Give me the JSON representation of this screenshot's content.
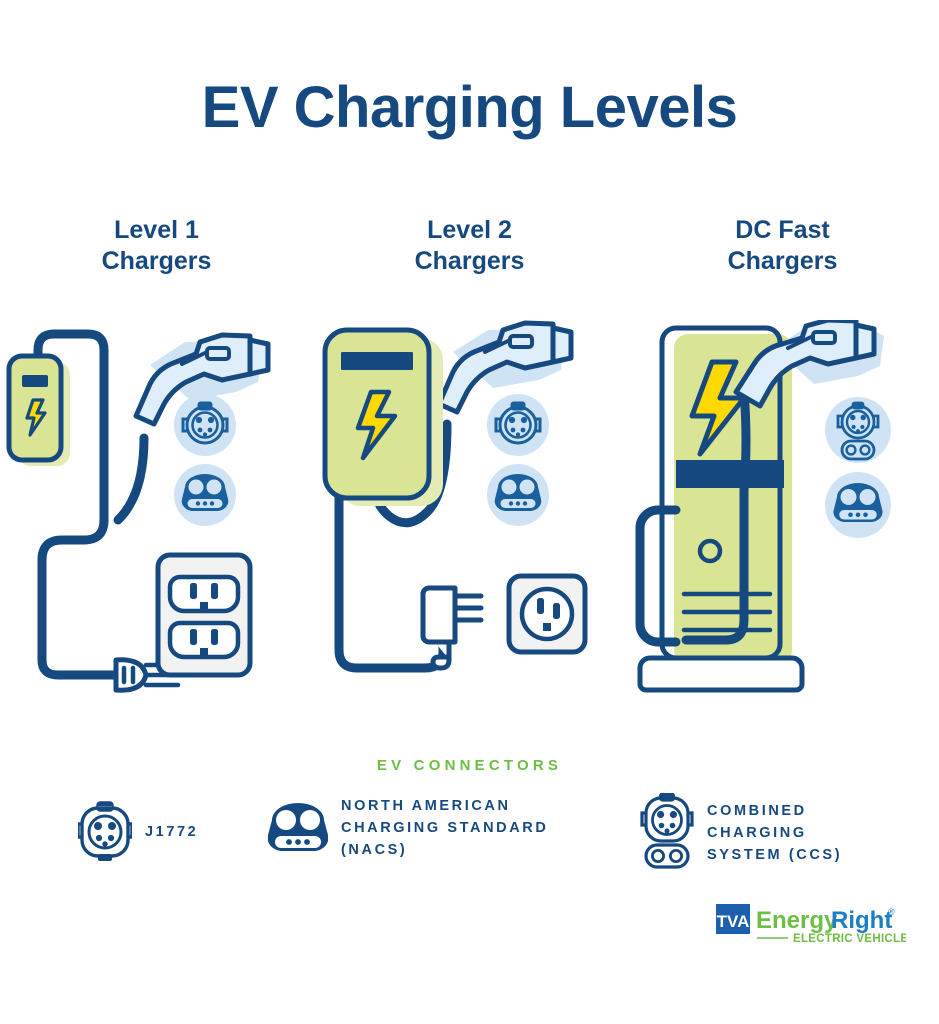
{
  "page": {
    "title": "EV Charging Levels",
    "background": "#ffffff"
  },
  "colors": {
    "navy": "#16497f",
    "navy_dark": "#0f3f72",
    "green_panel": "#d9e495",
    "green_shadow": "#e4ecb4",
    "yellow_bolt": "#ffd900",
    "light_blue": "#cfe3f5",
    "badge_circle": "#cfe3f5",
    "accent_green": "#6cbe45",
    "outlet_fill": "#f2f2f2",
    "logo_blue": "#1b6cb5",
    "logo_green": "#6cbe45"
  },
  "columns": [
    {
      "id": "level-1",
      "heading_line1": "Level 1",
      "heading_line2": "Chargers",
      "charger_type": "portable-brick-charger",
      "plug_type": "120v-three-prong-plug",
      "outlet_type": "120v-duplex-outlet",
      "badges": [
        "j1772",
        "nacs"
      ]
    },
    {
      "id": "level-2",
      "heading_line1": "Level 2",
      "heading_line2": "Chargers",
      "charger_type": "wall-mounted-charger",
      "plug_type": "240v-plug",
      "outlet_type": "240v-round-outlet",
      "badges": [
        "j1772",
        "nacs"
      ]
    },
    {
      "id": "dc-fast",
      "heading_line1": "DC Fast",
      "heading_line2": "Chargers",
      "charger_type": "pedestal-kiosk-charger",
      "plug_type": "none",
      "outlet_type": "none",
      "badges": [
        "ccs",
        "nacs"
      ]
    }
  ],
  "connectors_section": {
    "heading": "EV CONNECTORS",
    "items": [
      {
        "icon": "j1772-connector-icon",
        "label": "J1772"
      },
      {
        "icon": "nacs-connector-icon",
        "label": "NORTH AMERICAN\nCHARGING STANDARD\n(NACS)"
      },
      {
        "icon": "ccs-connector-icon",
        "label": "COMBINED\nCHARGING\nSYSTEM (CCS)"
      }
    ]
  },
  "logo": {
    "mark": "TVA",
    "word_energy": "Energy",
    "word_right": "Right",
    "trademark": "®",
    "tagline": "ELECTRIC VEHICLES"
  }
}
